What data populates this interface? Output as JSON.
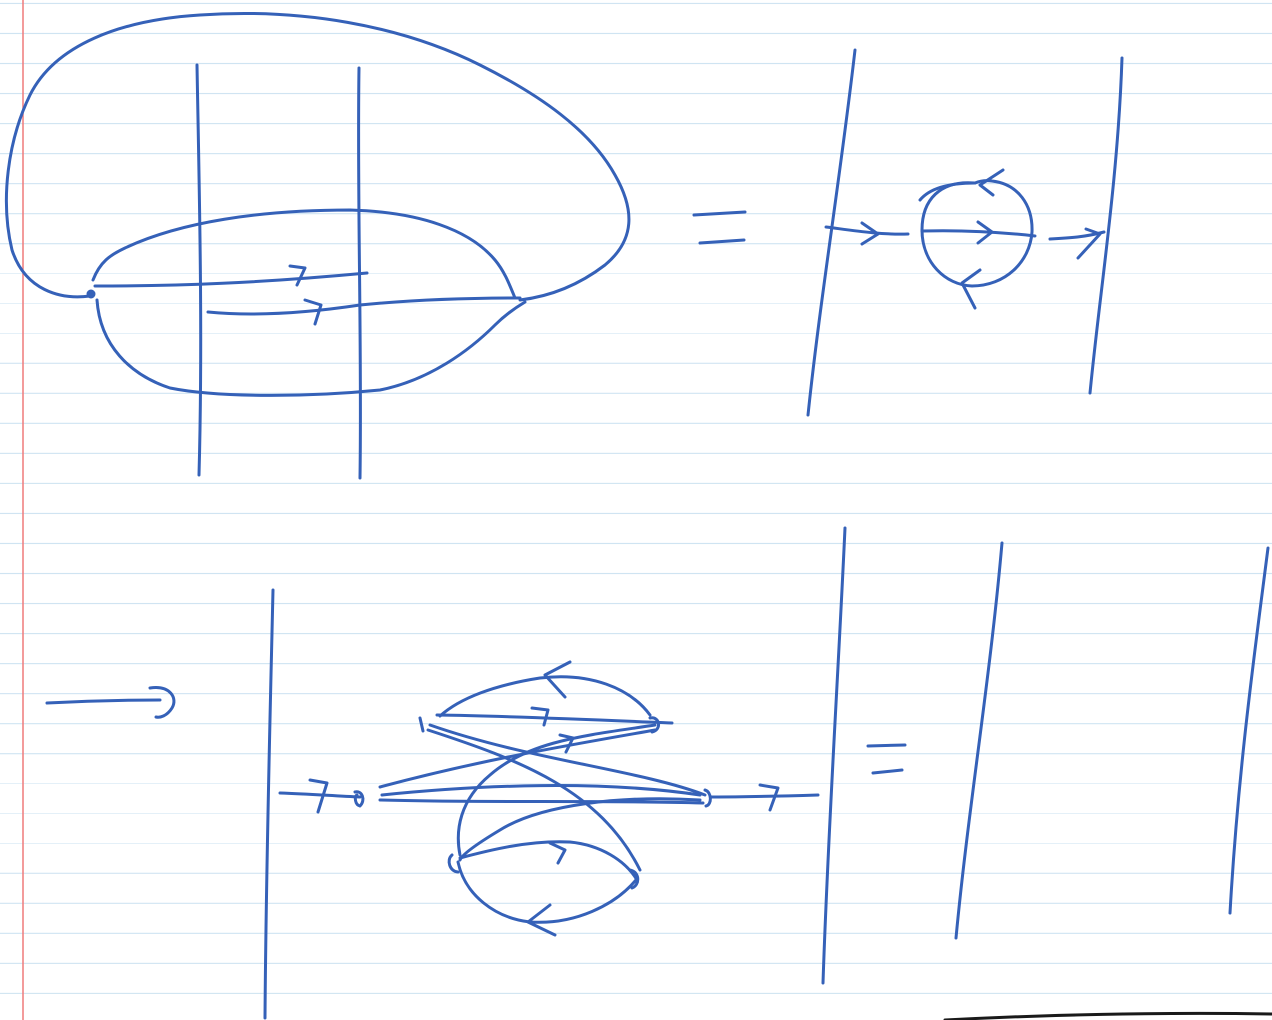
{
  "page": {
    "paper_color": "#ffffff",
    "rule_color": "#cfe4f2",
    "margin_color": "#ef7a7a",
    "ink_color": "#3561b8"
  },
  "sketches": [
    {
      "name": "diagram-top-left",
      "description_visible_text": ""
    },
    {
      "name": "diagram-top-right"
    },
    {
      "name": "diagram-bottom-middle"
    },
    {
      "name": "diagram-bottom-right"
    }
  ]
}
